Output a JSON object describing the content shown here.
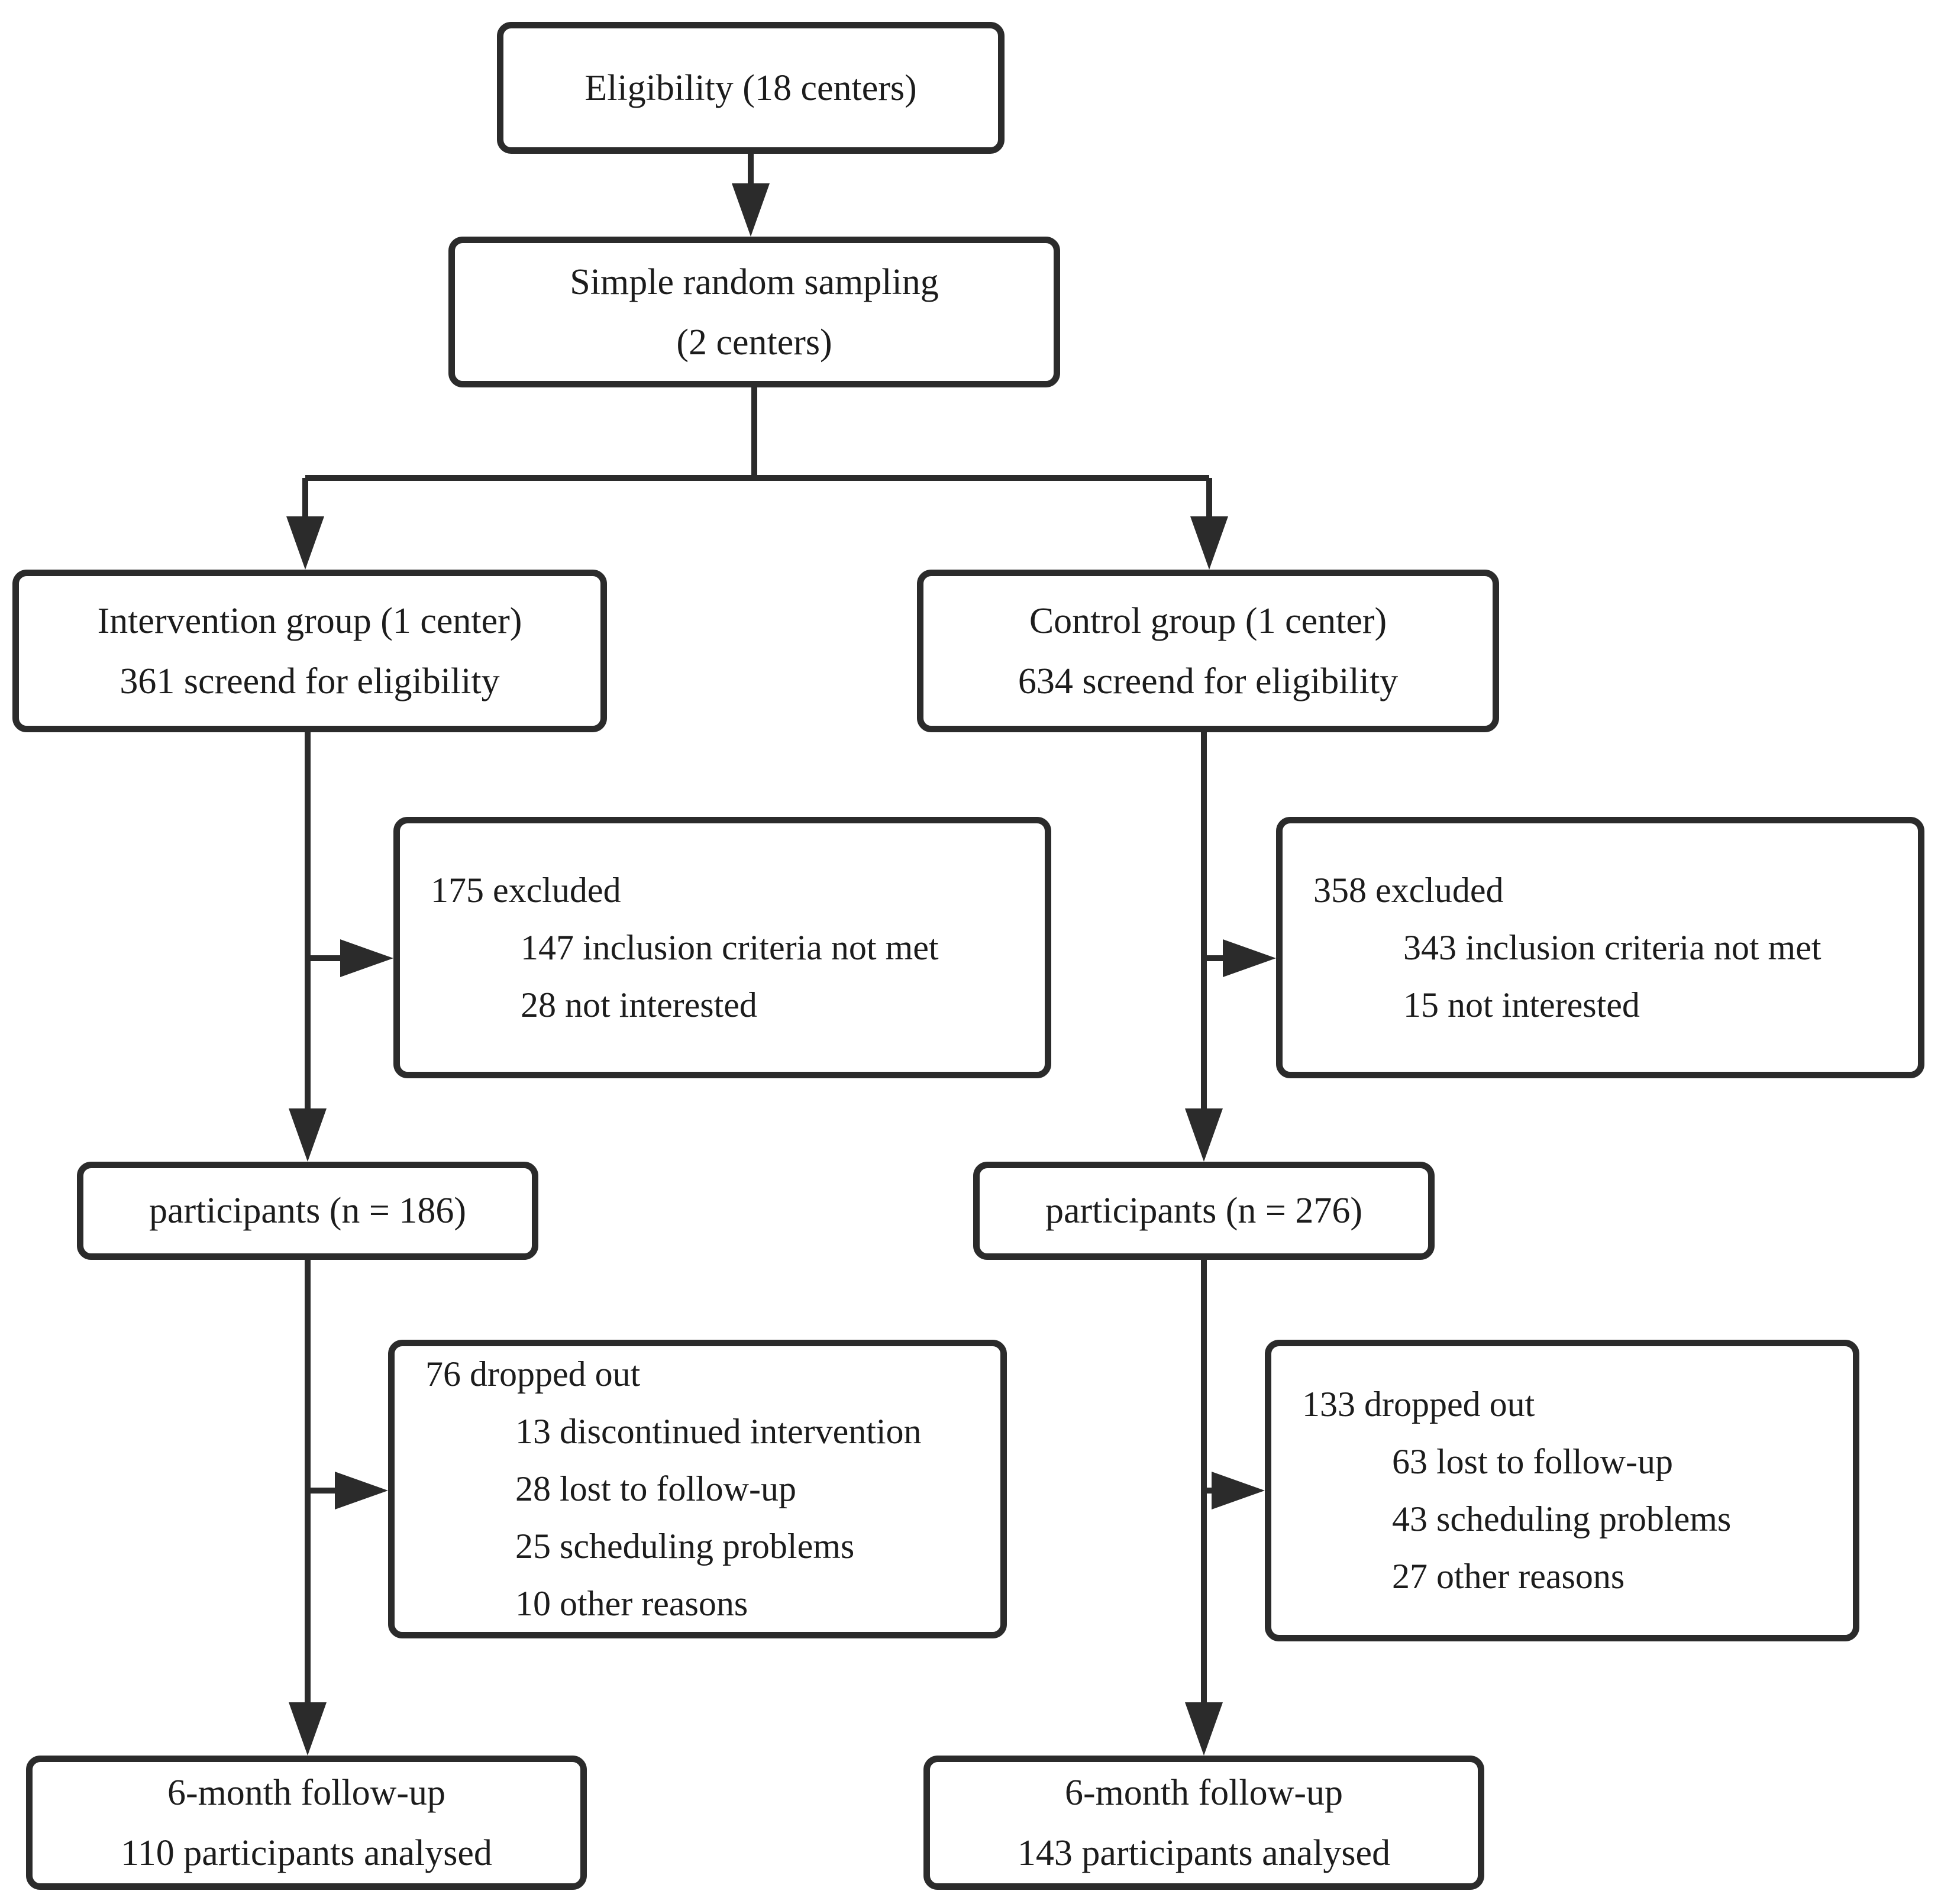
{
  "colors": {
    "line": "#2b2b2b",
    "text": "#1c1c1c",
    "background": "#ffffff"
  },
  "flowchart": {
    "eligibility": {
      "title": "Eligibility (18 centers)"
    },
    "sampling": {
      "line1": "Simple random sampling",
      "line2": "(2 centers)"
    },
    "intervention_group": {
      "line1": "Intervention group (1 center)",
      "line2": "361 screend for eligibility"
    },
    "control_group": {
      "line1": "Control group (1 center)",
      "line2": "634 screend for eligibility"
    },
    "intervention_excluded": {
      "header": "175 excluded",
      "reasons": [
        "147 inclusion criteria not met",
        "28 not interested"
      ]
    },
    "control_excluded": {
      "header": "358 excluded",
      "reasons": [
        "343 inclusion criteria not met",
        "15 not interested"
      ]
    },
    "intervention_participants": {
      "title": "participants (n = 186)"
    },
    "control_participants": {
      "title": "participants (n = 276)"
    },
    "intervention_dropout": {
      "header": "76 dropped out",
      "reasons": [
        "13 discontinued intervention",
        "28 lost to follow-up",
        "25 scheduling problems",
        "10 other reasons"
      ]
    },
    "control_dropout": {
      "header": "133 dropped out",
      "reasons": [
        "63 lost to follow-up",
        "43 scheduling problems",
        "27 other reasons"
      ]
    },
    "intervention_followup": {
      "line1": "6-month follow-up",
      "line2": "110 participants analysed"
    },
    "control_followup": {
      "line1": "6-month follow-up",
      "line2": "143 participants analysed"
    }
  }
}
